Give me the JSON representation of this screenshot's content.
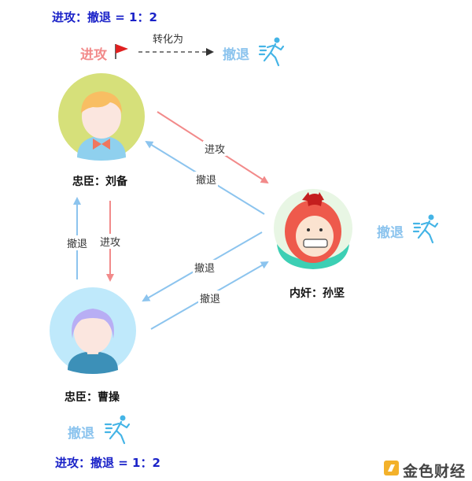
{
  "ratio_top": "进攻：撤退 = 1：2",
  "ratio_bottom": "进攻：撤退 = 1：2",
  "legend": {
    "attack": "进攻",
    "convert": "转化为",
    "retreat": "撤退"
  },
  "nodes": {
    "liubei": "忠臣：刘备",
    "caocao": "忠臣：曹操",
    "sunjian": "内奸：孙坚"
  },
  "arrows": {
    "liubei_to_sun": "进攻",
    "sun_to_liubei": "撤退",
    "cao_to_liubei": "撤退",
    "liubei_to_cao": "进攻",
    "sun_to_cao": "撤退",
    "cao_to_sun": "撤退"
  },
  "retreat_tags": {
    "sunjian": "撤退",
    "caocao": "撤退"
  },
  "watermark": "金色财经",
  "colors": {
    "attack": "#f28a8a",
    "retreat": "#8cc4ee",
    "ratio": "#1a22c8"
  }
}
